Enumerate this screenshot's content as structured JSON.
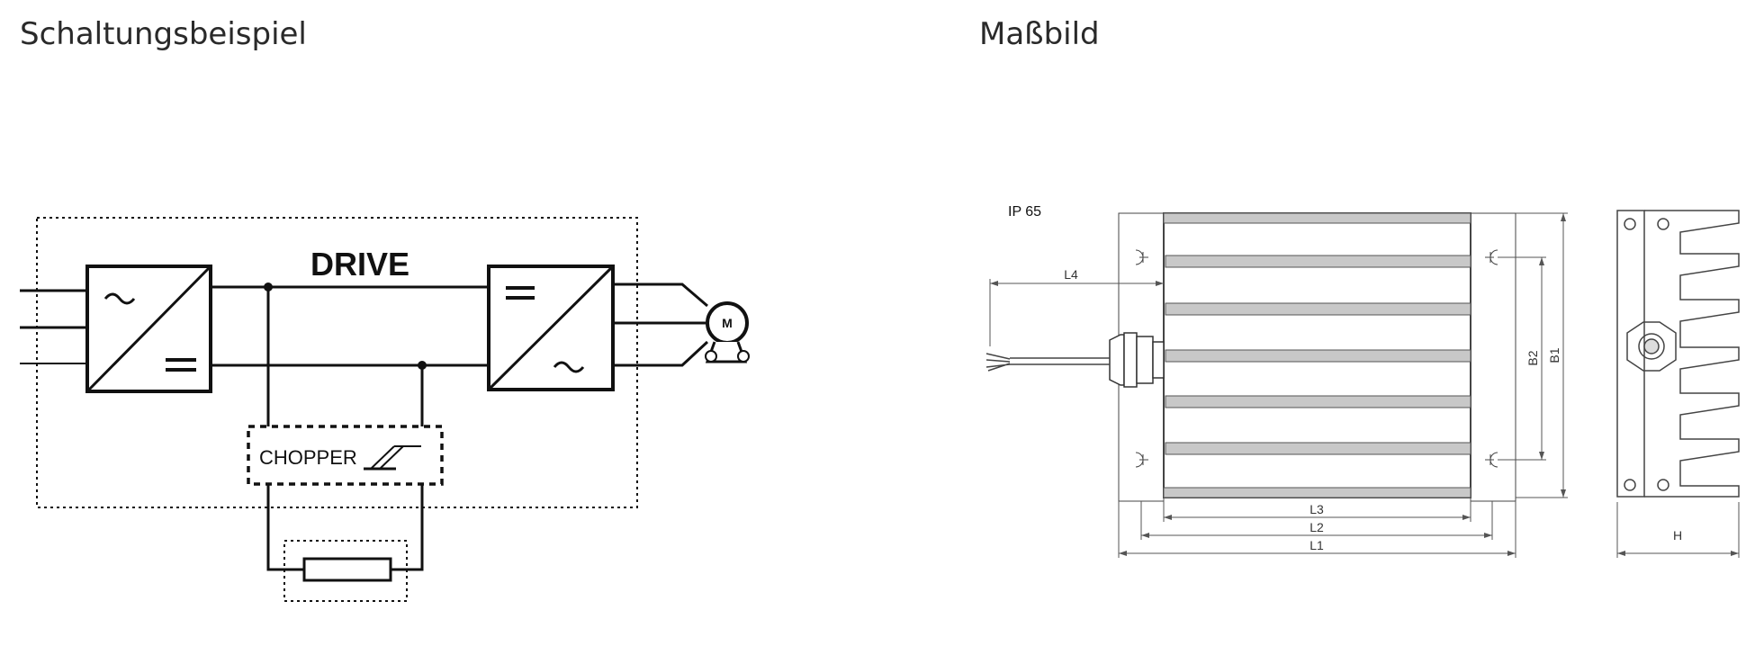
{
  "headings": {
    "left": "Schaltungsbeispiel",
    "right": "Maßbild"
  },
  "circuit": {
    "drive_label": "DRIVE",
    "chopper_label": "CHOPPER",
    "motor_label": "M"
  },
  "dimension_drawing": {
    "protection": "IP 65",
    "dims": {
      "l1": "L1",
      "l2": "L2",
      "l3": "L3",
      "l4": "L4",
      "b1": "B1",
      "b2": "B2",
      "h": "H"
    }
  }
}
